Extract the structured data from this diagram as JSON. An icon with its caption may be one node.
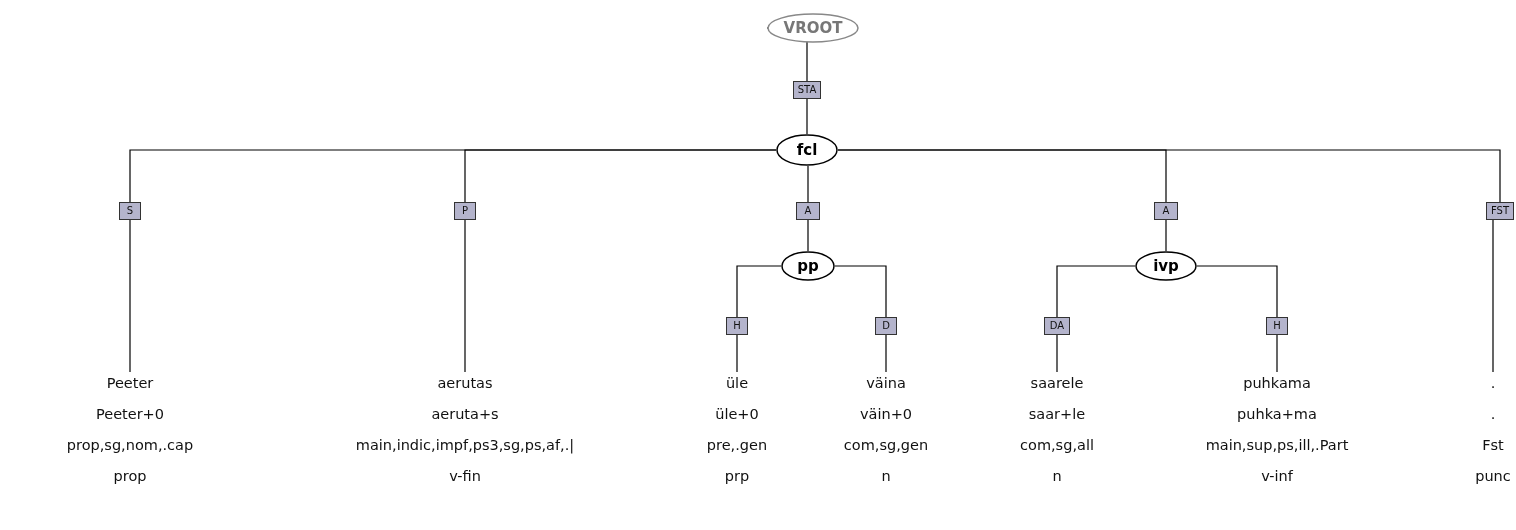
{
  "diagram": {
    "nodes": [
      {
        "text": [
          "VROOT"
        ]
      },
      {
        "text": [
          "STA"
        ]
      },
      {
        "text": [
          "fcl"
        ]
      },
      {
        "text": [
          "S"
        ]
      },
      {
        "text": [
          "P"
        ]
      },
      {
        "text": [
          "A"
        ]
      },
      {
        "text": [
          "A"
        ]
      },
      {
        "text": [
          "FST"
        ]
      },
      {
        "text": [
          "pp"
        ]
      },
      {
        "text": [
          "ivp"
        ]
      },
      {
        "text": [
          "H"
        ]
      },
      {
        "text": [
          "D"
        ]
      },
      {
        "text": [
          "DA"
        ]
      },
      {
        "text": [
          "H"
        ]
      },
      {
        "text": [
          "Peeter",
          "Peeter+0",
          "prop,sg,nom,.cap",
          "prop"
        ]
      },
      {
        "text": [
          "aerutas",
          "aeruta+s",
          "main,indic,impf,ps3,sg,ps,af,.|",
          "v-fin"
        ]
      },
      {
        "text": [
          "üle",
          "üle+0",
          "pre,.gen",
          "prp"
        ]
      },
      {
        "text": [
          "väina",
          "väin+0",
          "com,sg,gen",
          "n"
        ]
      },
      {
        "text": [
          "saarele",
          "saar+le",
          "com,sg,all",
          "n"
        ]
      },
      {
        "text": [
          "puhkama",
          "puhka+ma",
          "main,sup,ps,ill,.Part",
          "v-inf"
        ]
      },
      {
        "text": [
          ".",
          ".",
          "Fst",
          "punc"
        ]
      }
    ],
    "edges": [
      {
        "from": 0,
        "to": 1,
        "arrow": "none"
      },
      {
        "from": 1,
        "to": 2,
        "arrow": "none"
      },
      {
        "from": 2,
        "to": 3,
        "arrow": "none"
      },
      {
        "from": 2,
        "to": 4,
        "arrow": "none"
      },
      {
        "from": 2,
        "to": 5,
        "arrow": "none"
      },
      {
        "from": 2,
        "to": 6,
        "arrow": "none"
      },
      {
        "from": 2,
        "to": 7,
        "arrow": "none"
      },
      {
        "from": 3,
        "to": 14,
        "arrow": "none"
      },
      {
        "from": 4,
        "to": 15,
        "arrow": "none"
      },
      {
        "from": 5,
        "to": 8,
        "arrow": "none"
      },
      {
        "from": 6,
        "to": 9,
        "arrow": "none"
      },
      {
        "from": 7,
        "to": 20,
        "arrow": "none"
      },
      {
        "from": 8,
        "to": 10,
        "arrow": "none"
      },
      {
        "from": 8,
        "to": 11,
        "arrow": "none"
      },
      {
        "from": 9,
        "to": 12,
        "arrow": "none"
      },
      {
        "from": 9,
        "to": 13,
        "arrow": "none"
      },
      {
        "from": 10,
        "to": 16,
        "arrow": "none"
      },
      {
        "from": 11,
        "to": 17,
        "arrow": "none"
      },
      {
        "from": 12,
        "to": 18,
        "arrow": "none"
      },
      {
        "from": 13,
        "to": 19,
        "arrow": "none"
      }
    ]
  }
}
